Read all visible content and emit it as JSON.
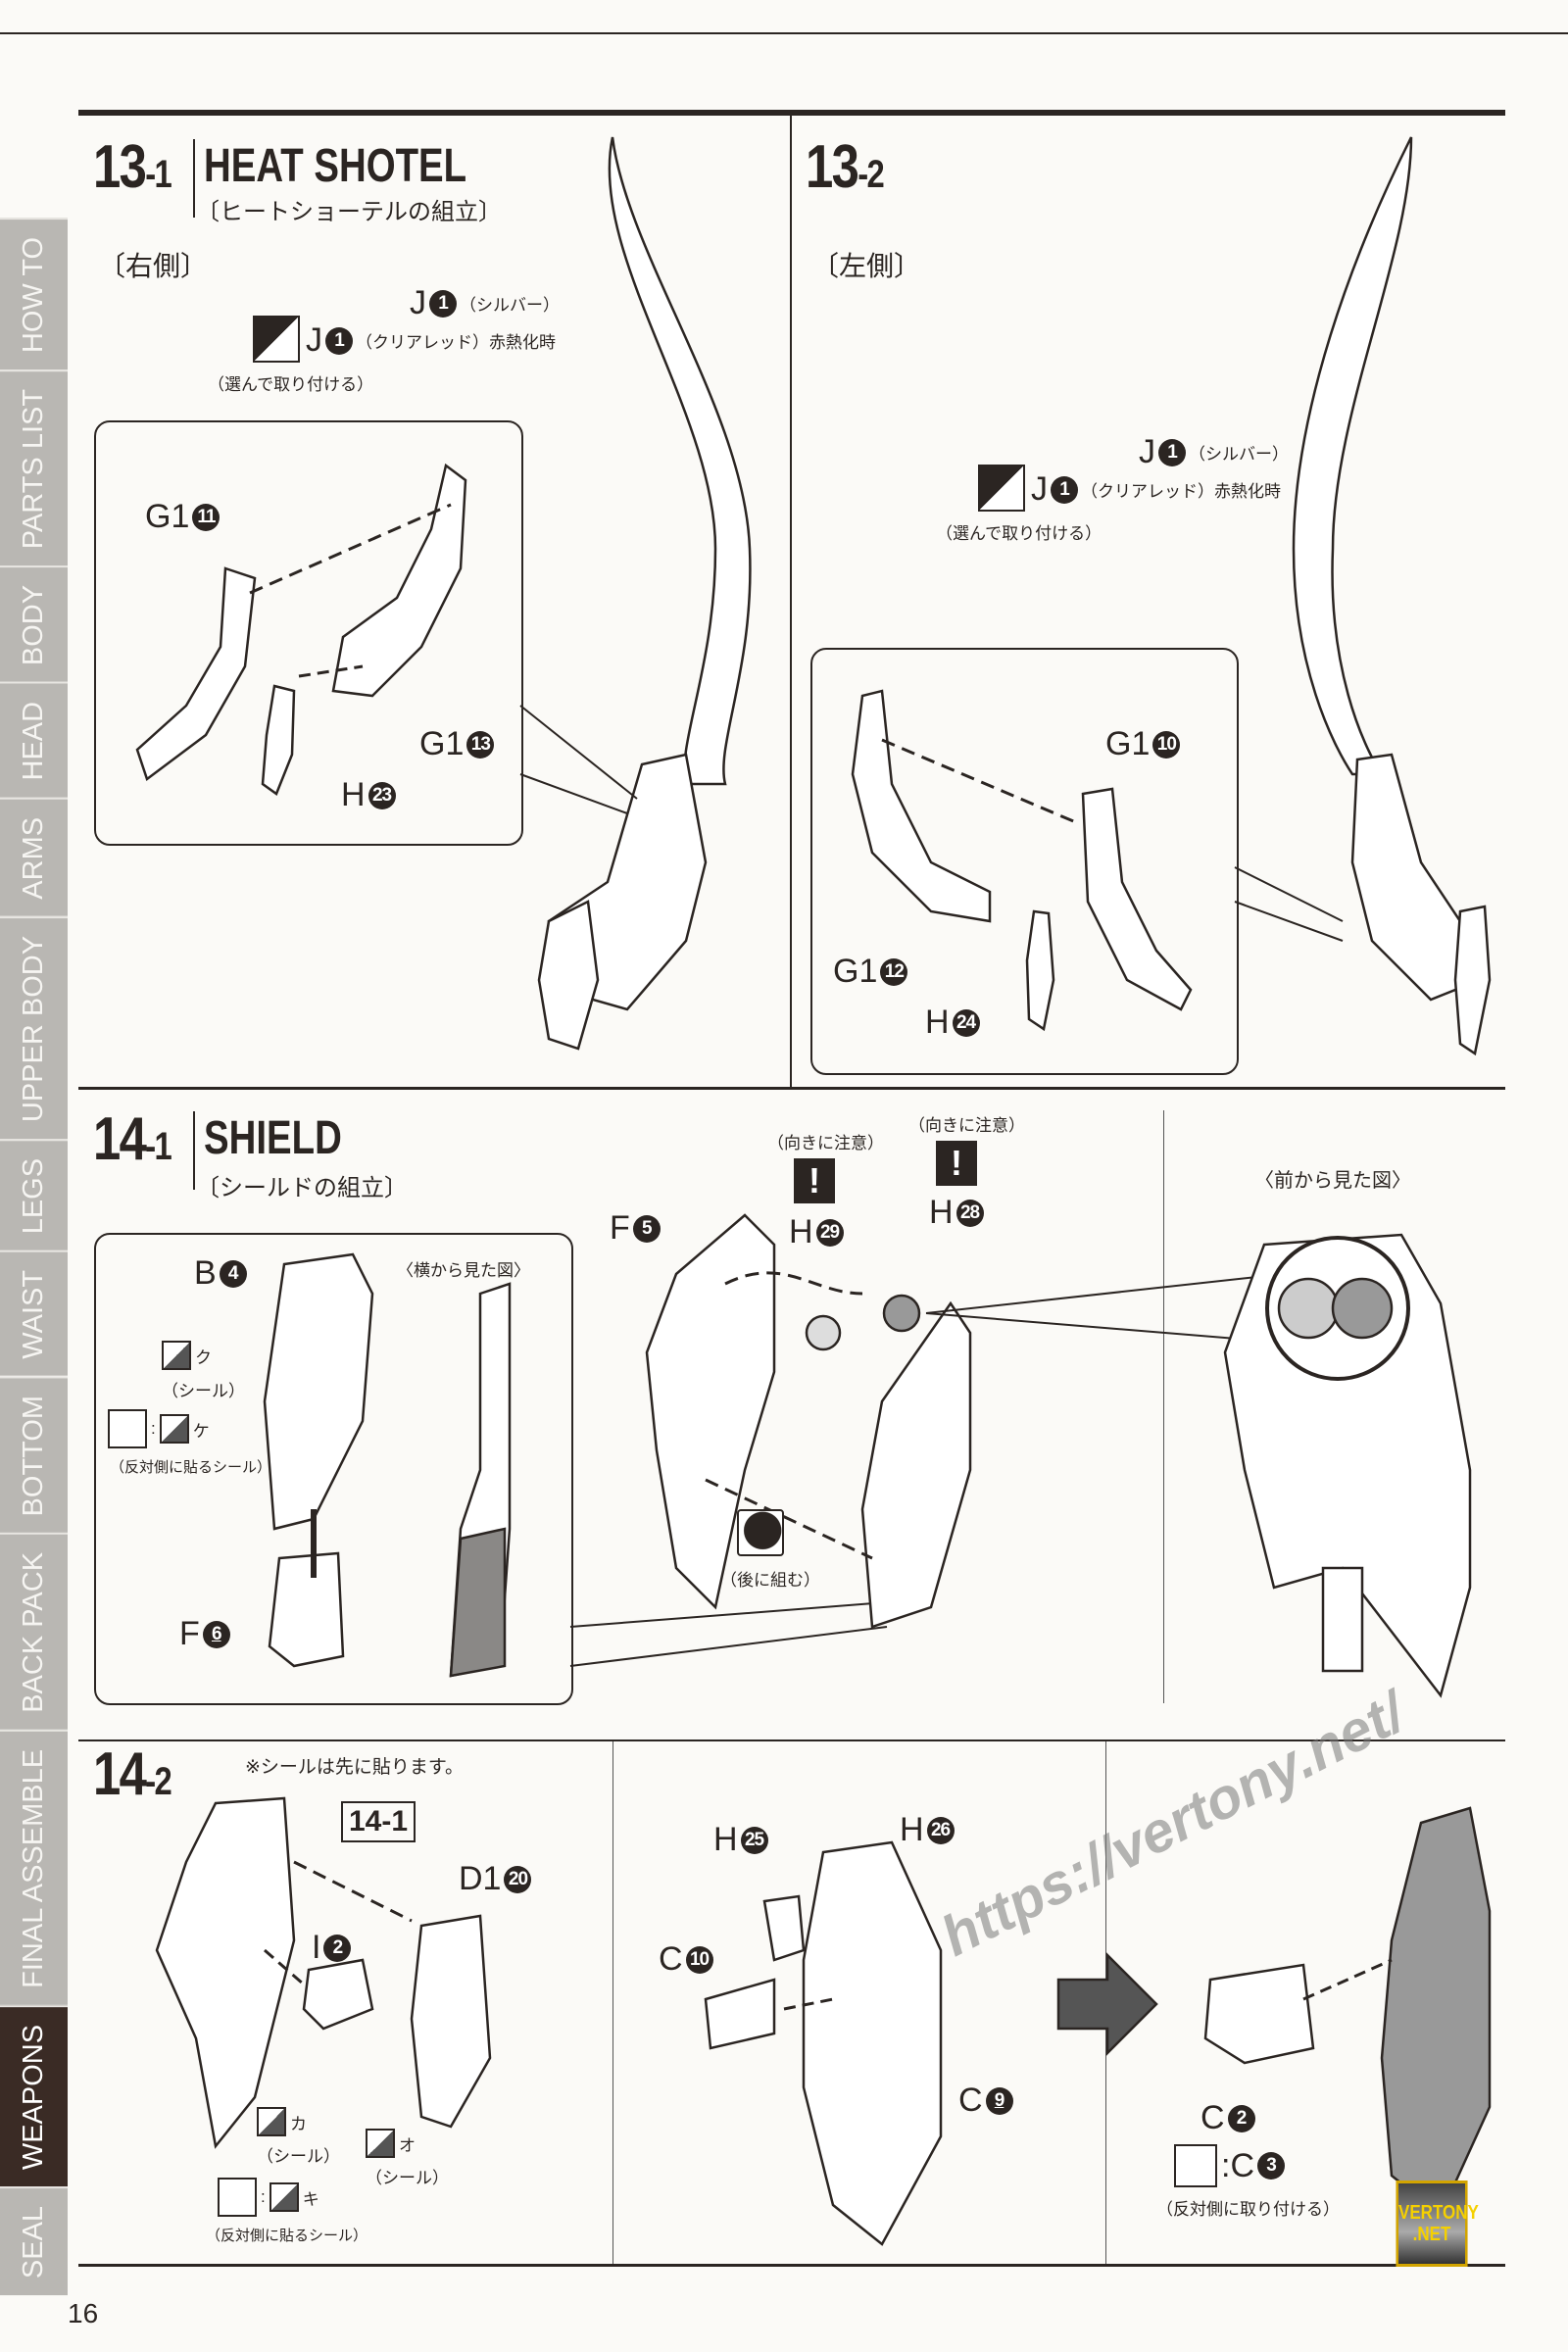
{
  "sidebar": {
    "items": [
      {
        "label": "HOW TO",
        "active": false
      },
      {
        "label": "PARTS LIST",
        "active": false
      },
      {
        "label": "BODY",
        "active": false
      },
      {
        "label": "HEAD",
        "active": false
      },
      {
        "label": "ARMS",
        "active": false
      },
      {
        "label": "UPPER BODY",
        "active": false
      },
      {
        "label": "LEGS",
        "active": false
      },
      {
        "label": "WAIST",
        "active": false
      },
      {
        "label": "BOTTOM",
        "active": false
      },
      {
        "label": "BACK PACK",
        "active": false
      },
      {
        "label": "FINAL ASSEMBLE",
        "active": false
      },
      {
        "label": "WEAPONS",
        "active": true
      },
      {
        "label": "SEAL",
        "active": false
      }
    ]
  },
  "page_number": "16",
  "step13_1": {
    "num_main": "13",
    "num_sub": "-1",
    "title": "HEAT SHOTEL",
    "subtitle": "〔ヒートショーテルの組立〕",
    "side": "〔右側〕",
    "j_silver": {
      "part": "J",
      "num": "1",
      "note": "（シルバー）"
    },
    "j_clear": {
      "part": "J",
      "num": "1",
      "note": "（クリアレッド）赤熱化時"
    },
    "choose_note": "（選んで取り付ける）",
    "parts": [
      {
        "part": "G1",
        "num": "11"
      },
      {
        "part": "G1",
        "num": "13"
      },
      {
        "part": "H",
        "num": "23"
      }
    ]
  },
  "step13_2": {
    "num_main": "13",
    "num_sub": "-2",
    "side": "〔左側〕",
    "j_silver": {
      "part": "J",
      "num": "1",
      "note": "（シルバー）"
    },
    "j_clear": {
      "part": "J",
      "num": "1",
      "note": "（クリアレッド）赤熱化時"
    },
    "choose_note": "（選んで取り付ける）",
    "parts": [
      {
        "part": "G1",
        "num": "10"
      },
      {
        "part": "G1",
        "num": "12"
      },
      {
        "part": "H",
        "num": "24"
      }
    ]
  },
  "step14_1": {
    "num_main": "14",
    "num_sub": "-1",
    "title": "SHIELD",
    "subtitle": "〔シールドの組立〕",
    "side_view": "〈横から見た図〉",
    "front_view": "〈前から見た図〉",
    "b_part": {
      "part": "B",
      "num": "4"
    },
    "f6_part": {
      "part": "F",
      "num": "6"
    },
    "f5_part": {
      "part": "F",
      "num": "5"
    },
    "h29_part": {
      "part": "H",
      "num": "29"
    },
    "h28_part": {
      "part": "H",
      "num": "28"
    },
    "caution": "（向きに注意）",
    "later": "（後に組む）",
    "sticker_ku": "ク",
    "sticker_label": "（シール）",
    "sticker_ke": "ケ",
    "opposite_sticker": "（反対側に貼るシール）"
  },
  "step14_2": {
    "num_main": "14",
    "num_sub": "-2",
    "note": "※シールは先に貼ります。",
    "ref_box": "14-1",
    "d1_part": {
      "part": "D1",
      "num": "20"
    },
    "i_part": {
      "part": "I",
      "num": "2"
    },
    "sticker_ka": "カ",
    "sticker_o": "オ",
    "sticker_ki": "キ",
    "sticker_label": "（シール）",
    "opposite_sticker": "（反対側に貼るシール）",
    "h25_part": {
      "part": "H",
      "num": "25"
    },
    "h26_part": {
      "part": "H",
      "num": "26"
    },
    "c10_part": {
      "part": "C",
      "num": "10"
    },
    "c9_part": {
      "part": "C",
      "num": "9"
    },
    "c2_part": {
      "part": "C",
      "num": "2"
    },
    "c3_part": {
      "part": ":C",
      "num": "3"
    },
    "opposite_attach": "（反対側に取り付ける）"
  },
  "watermark": "https://vertony.net/",
  "logo": "VERTONY .NET",
  "colors": {
    "ink": "#2b2522",
    "sidebar": "#b9b7b3",
    "sidebar_active": "#3a2b25",
    "paper": "#fbfaf7"
  }
}
